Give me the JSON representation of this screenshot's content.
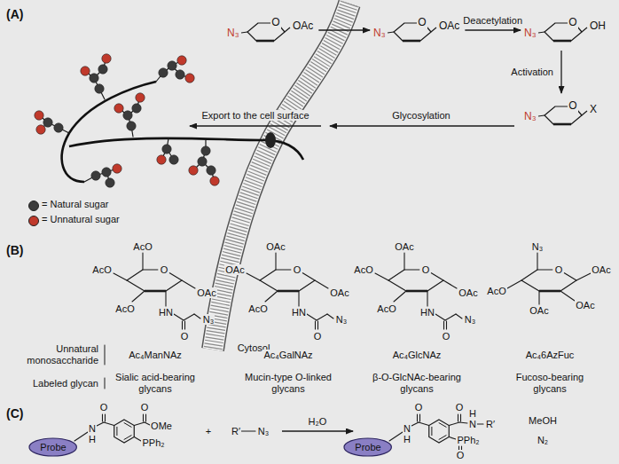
{
  "diagram": {
    "nodes": [
      {
        "text": [
          "N₃",
          "O",
          "OAc"
        ]
      },
      {
        "text": [
          "N₃",
          "O",
          "OAc"
        ]
      },
      {
        "text": [
          "N₃",
          "O",
          "OH"
        ]
      },
      {
        "text": [
          "N₃",
          "O",
          "X"
        ]
      },
      {
        "text": [
          "Probe"
        ]
      },
      {
        "text": [
          "Probe"
        ]
      }
    ],
    "edges": [
      {
        "from": 0,
        "to": 1,
        "arrow": "to"
      },
      {
        "from": 1,
        "to": 2,
        "label": "Deacetylation",
        "arrow": "to"
      },
      {
        "from": 2,
        "to": 3,
        "label": "Activation",
        "arrow": "to"
      }
    ],
    "labels": [
      "(A)",
      "Glycosylation",
      "Export to the cell surface",
      "Cytosol",
      "(B)",
      "O",
      "AcO",
      "AcO",
      "AcO",
      "OAc",
      "HN",
      "O",
      "N₃",
      "O",
      "OAc",
      "OAc",
      "AcO",
      "OAc",
      "HN",
      "O",
      "N₃",
      "O",
      "OAc",
      "AcO",
      "AcO",
      "OAc",
      "HN",
      "O",
      "N₃",
      "O",
      "N₃",
      "AcO",
      "OAc",
      "OAc",
      "OAc",
      "Ac₄ManNAz",
      "Ac₄GalNAz",
      "Ac₄GlcNAz",
      "Ac₄6AzFuc",
      "Unnatural monosaccharide",
      "Labeled glycan",
      "Sialic acid-bearing glycans",
      "Mucin-type O-linked glycans",
      "β-O-GlcNAc-bearing glycans",
      "Fucoso-bearing glycans",
      "(C)",
      "O",
      "N",
      "H",
      "O",
      "OMe",
      "PPh₂",
      "+",
      "R′",
      "N₃",
      "H₂O",
      "O",
      "N",
      "H",
      "O",
      "N",
      "H",
      "R′",
      "PPh₂",
      "O",
      "MeOH",
      "N₂"
    ],
    "legend": [
      {
        "text": "= Natural sugar",
        "color": "#3b3b3b"
      },
      {
        "text": "= Unnatural sugar",
        "color": "#c0392b"
      }
    ]
  }
}
